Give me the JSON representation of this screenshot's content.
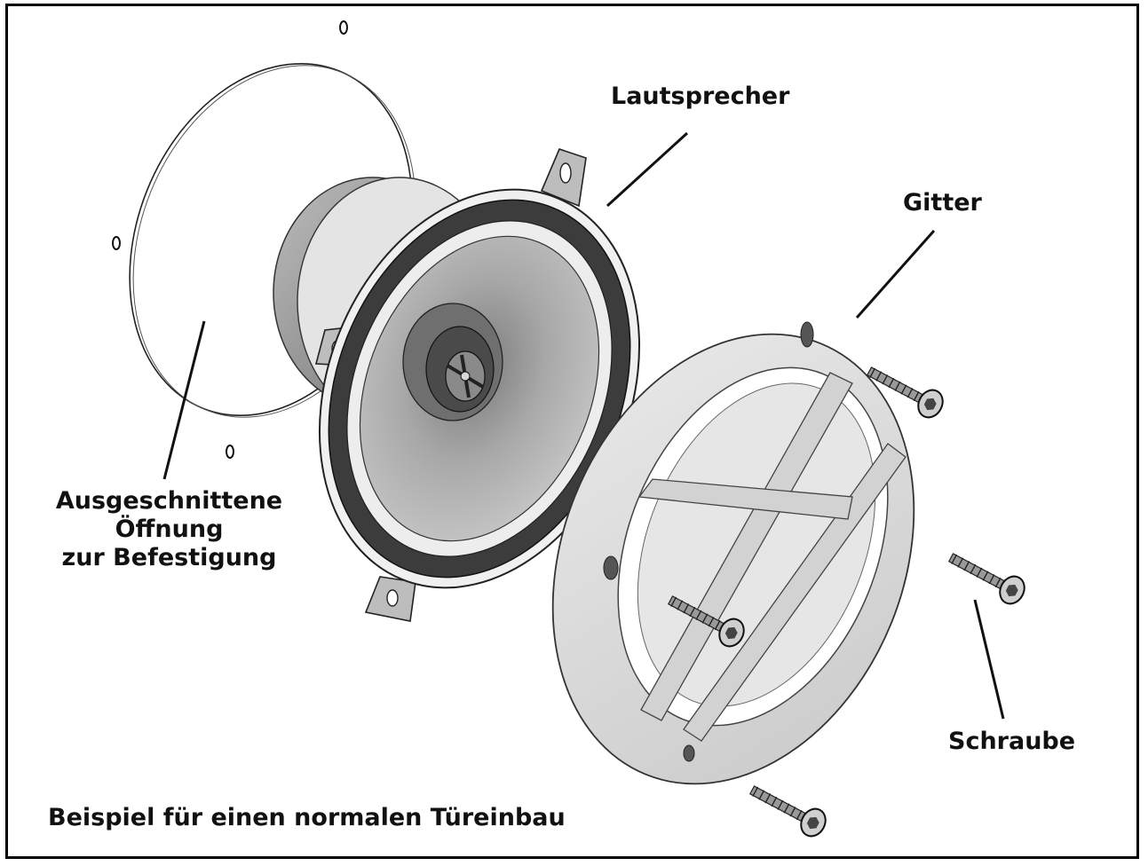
{
  "labels": {
    "speaker": "Lautsprecher",
    "grille": "Gitter",
    "cutout_line1": "Ausgeschnittene",
    "cutout_line2": "Öffnung",
    "cutout_line3": "zur Befestigung",
    "screw": "Schraube"
  },
  "caption": "Beispiel für einen normalen Türeinbau",
  "colors": {
    "frame": "#000000",
    "cone": "#9a9a9a",
    "surround": "#3c3c3c",
    "grille": "#dcdcdc",
    "line": "#111111"
  }
}
